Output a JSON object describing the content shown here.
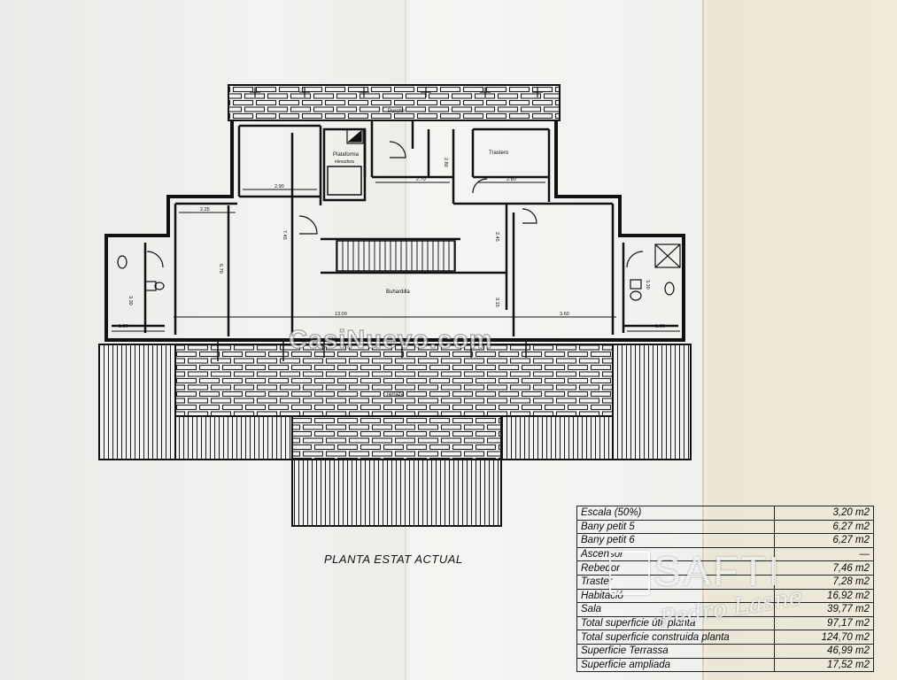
{
  "plan": {
    "title": "PLANTA ESTAT ACTUAL",
    "rooms": {
      "porche": "Porche",
      "trastero": "Trastero",
      "plataforma": "Plataforma",
      "elevadora": "elevadora",
      "buhardilla": "Buhardilla",
      "terraza": "Terraza"
    },
    "dimensions": {
      "d1": "2.90",
      "d2": "2.25",
      "d3": "7.45",
      "d4": "6.70",
      "d5": "3.30",
      "d6": "1.90",
      "d7": "2.70",
      "d8": "2.80",
      "d9": "2.80",
      "d10": "2.45",
      "d11": "13.00",
      "d12": "3.15",
      "d13": "3.60",
      "d14": "1.86",
      "d15": "3.30"
    }
  },
  "surfaces": [
    {
      "label": "Escala (50%)",
      "value": "3,20 m2"
    },
    {
      "label": "Bany petit 5",
      "value": "6,27 m2"
    },
    {
      "label": "Bany petit 6",
      "value": "6,27 m2"
    },
    {
      "label": "Ascensor",
      "value": "—"
    },
    {
      "label": "Rebedor",
      "value": "7,46 m2"
    },
    {
      "label": "Traster",
      "value": "7,28 m2"
    },
    {
      "label": "Habitació",
      "value": "16,92 m2"
    },
    {
      "label": "Sala",
      "value": "39,77 m2"
    },
    {
      "label": "Total superficie útil planta",
      "value": "97,17 m2"
    },
    {
      "label": "Total superficie construida planta",
      "value": "124,70 m2"
    },
    {
      "label": "Superficie Terrassa",
      "value": "46,99 m2"
    },
    {
      "label": "Superficie ampliada",
      "value": "17,52 m2"
    }
  ],
  "watermarks": {
    "casinuevo": "CasiNuevo.com",
    "safti": "SAFTI",
    "agent": "Pedro Lasne"
  }
}
